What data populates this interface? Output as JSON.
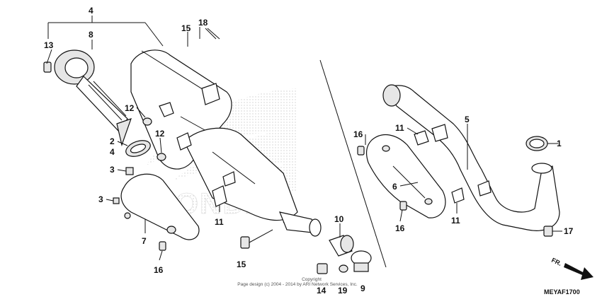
{
  "diagram": {
    "callouts": [
      {
        "id": "c-4-top",
        "text": "4"
      },
      {
        "id": "c-8",
        "text": "8"
      },
      {
        "id": "c-13",
        "text": "13"
      },
      {
        "id": "c-15-top",
        "text": "15"
      },
      {
        "id": "c-18",
        "text": "18"
      },
      {
        "id": "c-12-a",
        "text": "12"
      },
      {
        "id": "c-12-b",
        "text": "12"
      },
      {
        "id": "c-2",
        "text": "2"
      },
      {
        "id": "c-4-mid",
        "text": "4"
      },
      {
        "id": "c-3-a",
        "text": "3"
      },
      {
        "id": "c-3-b",
        "text": "3"
      },
      {
        "id": "c-7",
        "text": "7"
      },
      {
        "id": "c-16-a",
        "text": "16"
      },
      {
        "id": "c-11-a",
        "text": "11"
      },
      {
        "id": "c-15-b",
        "text": "15"
      },
      {
        "id": "c-10",
        "text": "10"
      },
      {
        "id": "c-14",
        "text": "14"
      },
      {
        "id": "c-19",
        "text": "19"
      },
      {
        "id": "c-9",
        "text": "9"
      },
      {
        "id": "c-16-b",
        "text": "16"
      },
      {
        "id": "c-11-b",
        "text": "11"
      },
      {
        "id": "c-5",
        "text": "5"
      },
      {
        "id": "c-6",
        "text": "6"
      },
      {
        "id": "c-16-c",
        "text": "16"
      },
      {
        "id": "c-11-c",
        "text": "11"
      },
      {
        "id": "c-1",
        "text": "1"
      },
      {
        "id": "c-17",
        "text": "17"
      }
    ],
    "copyright_line1": "Copyright",
    "copyright_line2": "Page design (c) 2004 - 2014 by ARI Network Services, Inc.",
    "front_label": "FR.",
    "diagram_code": "MEYAF1700",
    "watermark_text": "HONDA"
  }
}
